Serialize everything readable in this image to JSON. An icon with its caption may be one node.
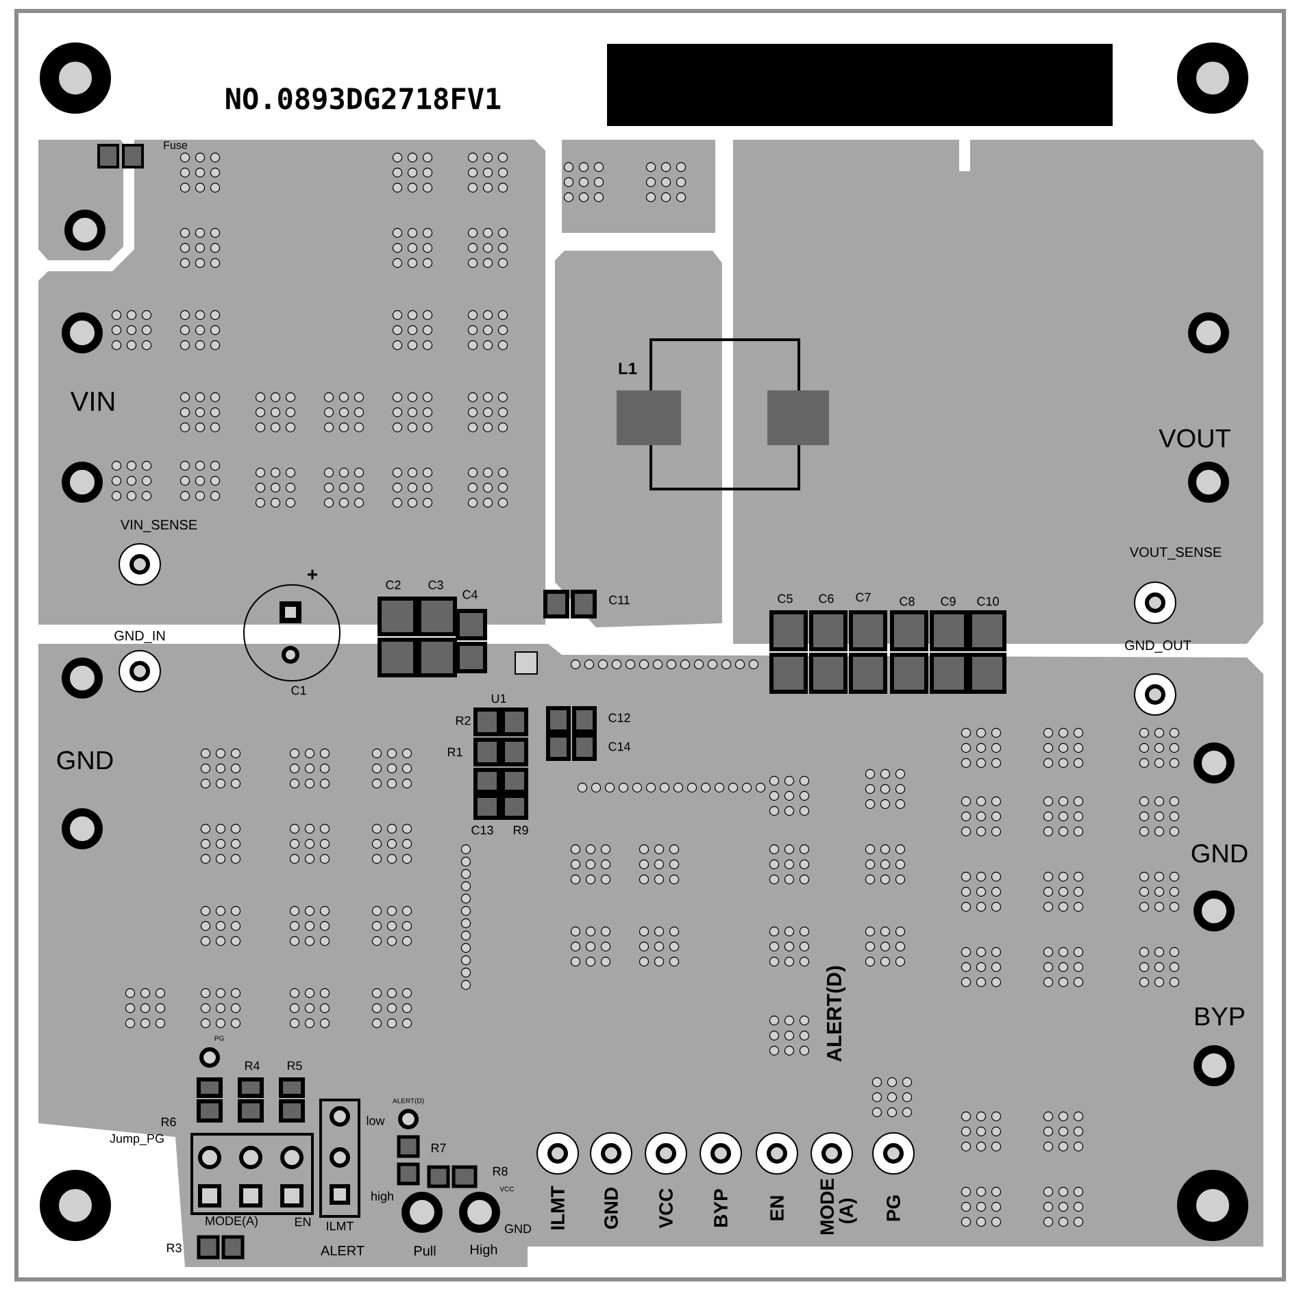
{
  "diagram": {
    "nodes": [
      {
        "text": [],
        "shape": "box"
      }
    ],
    "labels": [
      "NO.0893DG2718FV1",
      "Fuse",
      "L1",
      "VIN",
      "VIN_SENSE",
      "+",
      "C2",
      "C3",
      "C4",
      "C11",
      "VOUT",
      "VOUT_SENSE",
      "C5",
      "C6",
      "C7",
      "C8",
      "C9",
      "C10",
      "GND_IN",
      "GND_OUT",
      "C1",
      "U1",
      "R2",
      "C12",
      "R1",
      "C14",
      "GND",
      "C13",
      "R9",
      "GND",
      "BYP",
      "ALERT(D)",
      "PG",
      "R4",
      "R5",
      "R6",
      "Jump_PG",
      "ALERT(D)",
      "low",
      "R7",
      "R8",
      "VCC",
      "high",
      "MODE(A)",
      "EN",
      "ILMT",
      "GND",
      "ALERT",
      "Pull",
      "High",
      "R3",
      "ILMT",
      "GND",
      "VCC",
      "BYP",
      "EN",
      "MODE (A)",
      "PG"
    ]
  }
}
